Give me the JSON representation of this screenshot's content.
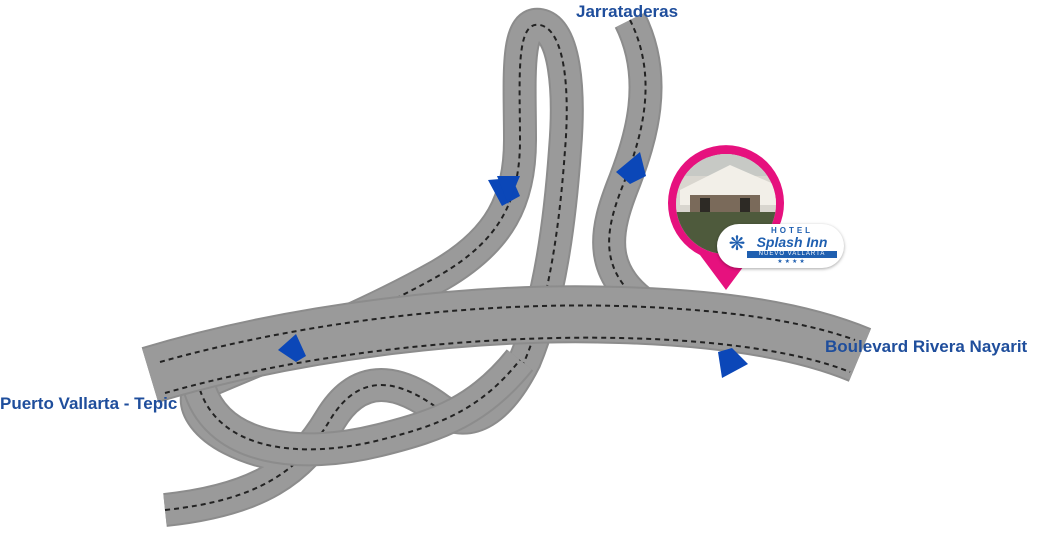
{
  "map": {
    "road_color": "#9a9a9a",
    "road_edge_color": "#8a8a8a",
    "lane_line_color": "#222222",
    "arrow_color": "#0b47b8",
    "label_color": "#1f4e9c",
    "pin_color": "#e6117e"
  },
  "labels": {
    "north": "Jarrataderas",
    "east": "Boulevard Rivera Nayarit",
    "west": "Puerto Vallarta - Tepic"
  },
  "hotel_marker": {
    "logo_top_text": "HOTEL",
    "logo_name": "Splash Inn",
    "logo_subtitle": "NUEVO VALLARTA",
    "logo_stars": "★★★★",
    "logo_color": "#1f5fb0"
  }
}
